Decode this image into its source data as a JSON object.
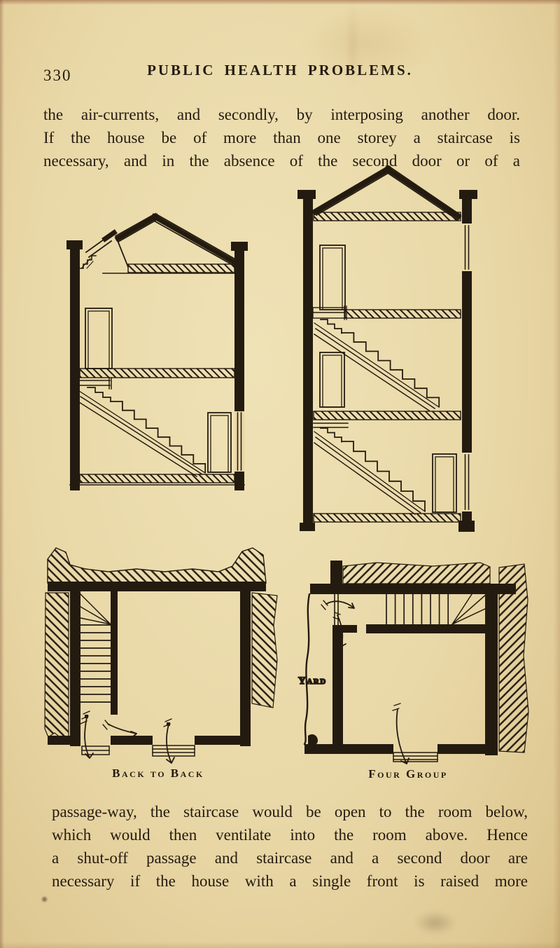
{
  "page": {
    "number": "330",
    "title": "PUBLIC HEALTH PROBLEMS.",
    "top_paragraph": {
      "lines": [
        "the air-currents, and secondly, by interposing another door.",
        "If the house be of more than one storey a staircase is",
        "necessary, and in the absence of the second door or of a"
      ]
    },
    "figures": {
      "back_to_back": {
        "caption": "Back to Back"
      },
      "four_group": {
        "caption": "Four Group",
        "yard_label": "Yard"
      }
    },
    "bottom_paragraph": {
      "lines": [
        "passage-way, the staircase would be open to the room below,",
        "which would then ventilate into the room above.  Hence",
        "a shut-off passage and staircase and a second door are",
        "necessary if the house with a single front is raised more"
      ]
    },
    "colors": {
      "paper": "#e9d8a7",
      "ink": "#241b10"
    }
  }
}
